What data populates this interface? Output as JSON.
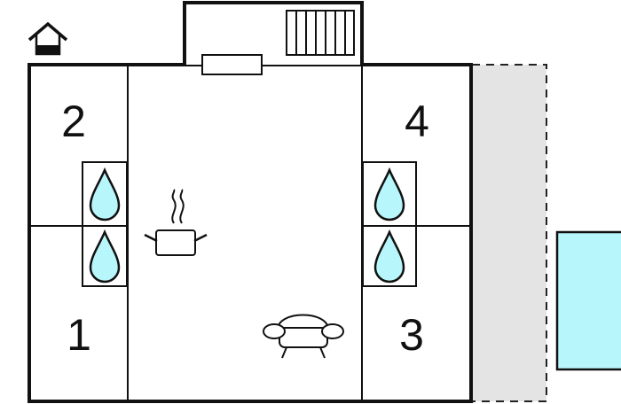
{
  "rooms": [
    {
      "label": "1"
    },
    {
      "label": "2"
    },
    {
      "label": "3"
    },
    {
      "label": "4"
    }
  ],
  "icons": {
    "house": "house-icon",
    "stairs": "stairs-icon",
    "radiator": "radiator-icon",
    "water_drop": "water-drop-icon",
    "cooking_pot": "cooking-pot-icon",
    "sofa": "sofa-icon",
    "pool": "pool-icon"
  },
  "colors": {
    "wall": "#111111",
    "water": "#b7f6fb",
    "terrace": "#e4e4e4",
    "pool": "#b7f6fb"
  }
}
